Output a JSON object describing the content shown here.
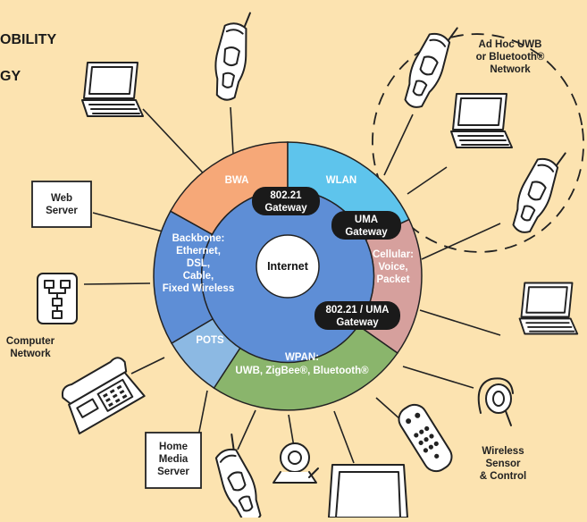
{
  "header": {
    "line1": "OBILITY",
    "line2": "GY"
  },
  "ring": {
    "center": "Internet",
    "segments": [
      {
        "name": "bwa",
        "label": [
          "BWA"
        ],
        "color": "#F6A878"
      },
      {
        "name": "wlan",
        "label": [
          "WLAN"
        ],
        "color": "#5EC4EC"
      },
      {
        "name": "cellular",
        "label": [
          "Cellular:",
          "Voice,",
          "Packet"
        ],
        "color": "#D6A09D"
      },
      {
        "name": "wpan",
        "label": [
          "WPAN:",
          "UWB, ZigBee®, Bluetooth®"
        ],
        "color": "#8AB56C"
      },
      {
        "name": "pots",
        "label": [
          "POTS"
        ],
        "color": "#8CB9E3"
      },
      {
        "name": "backbone",
        "label": [
          "Backbone:",
          "Ethernet,",
          "DSL,",
          "Cable,",
          "Fixed Wireless"
        ],
        "color": "#5E8ED6"
      }
    ],
    "inner_color": "#5E8ED6"
  },
  "gateways": [
    {
      "name": "gateway-802-21",
      "label": [
        "802.21",
        "Gateway"
      ]
    },
    {
      "name": "gateway-uma",
      "label": [
        "UMA",
        "Gateway"
      ]
    },
    {
      "name": "gateway-802-21-uma",
      "label": [
        "802.21 / UMA",
        "Gateway"
      ]
    }
  ],
  "labels": {
    "adhoc": [
      "Ad Hoc UWB",
      "or Bluetooth®",
      "Network"
    ],
    "web_server": [
      "Web",
      "Server"
    ],
    "computer_network": [
      "Computer",
      "Network"
    ],
    "home_media_server": [
      "Home",
      "Media",
      "Server"
    ],
    "wireless_sensor": [
      "Wireless",
      "Sensor",
      "& Control"
    ]
  },
  "icons": [
    "cordless-phone-icon",
    "laptop-icon",
    "desk-phone-icon",
    "network-tree-icon",
    "camera-icon",
    "tv-monitor-icon",
    "remote-control-icon",
    "headset-icon",
    "server-box-icon"
  ]
}
